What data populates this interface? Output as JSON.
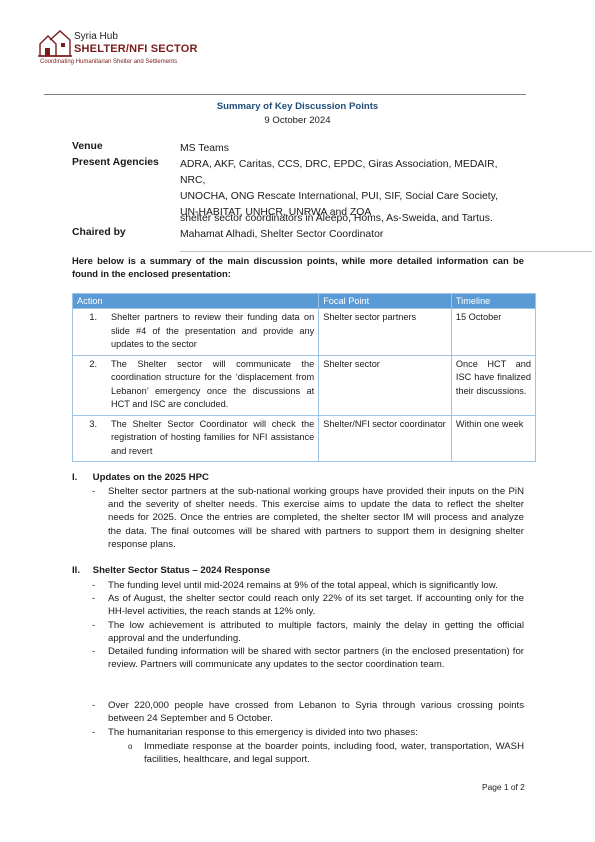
{
  "logo": {
    "hub": "Syria Hub",
    "sector": "SHELTER/NFI SECTOR",
    "tagline": "Coordinating Humanitarian Shelter and Settlements"
  },
  "title": "Summary of Key Discussion Points",
  "date": "9 October 2024",
  "meta": {
    "venue_label": "Venue",
    "venue_value": "MS Teams",
    "agencies_label": "Present Agencies",
    "agencies_lines": [
      "ADRA, AKF, Caritas, CCS, DRC, EPDC, Giras Association, MEDAIR, NRC,",
      "UNOCHA, ONG Rescate International, PUI, SIF, Social Care Society,",
      "UN-HABITAT, UNHCR, UNRWA and ZOA"
    ],
    "coordinators_line": "shelter sector coordinators in Aleepo, Homs, As-Sweida, and Tartus.",
    "chaired_label": "Chaired by",
    "chaired_value": "Mahamat Alhadi, Shelter Sector Coordinator"
  },
  "intro": "Here below is a summary of the main discussion points, while more detailed information can be found in the enclosed presentation:",
  "table": {
    "headers": [
      "Action",
      "Focal Point",
      "Timeline"
    ],
    "rows": [
      {
        "num": "1.",
        "action": "Shelter partners to review their funding data on slide #4 of the presentation and provide any updates to the sector",
        "focal": "Shelter sector partners",
        "timeline": "15 October"
      },
      {
        "num": "2.",
        "action": "The Shelter sector will communicate the coordination structure for the ‘displacement from Lebanon’ emergency once the discussions at HCT and ISC are concluded.",
        "focal": "Shelter sector",
        "timeline": "Once HCT and ISC have finalized their discussions."
      },
      {
        "num": "3.",
        "action": "The Shelter Sector Coordinator will check the registration of hosting families for NFI assistance and revert",
        "focal": "Shelter/NFI sector coordinator",
        "timeline": "Within one week"
      }
    ]
  },
  "sections": [
    {
      "num": "I.",
      "title": "Updates on the 2025 HPC",
      "bullets": [
        "Shelter sector partners at the sub-national working groups have provided their inputs on the PiN and the severity of shelter needs. This exercise aims to update the data to reflect the shelter needs for 2025. Once the entries are completed, the shelter sector IM will process and analyze the data. The final outcomes will be shared with partners to support them in designing shelter response plans."
      ]
    },
    {
      "num": "II.",
      "title": "Shelter Sector Status – 2024 Response",
      "bullets": [
        "The funding level until mid-2024 remains at 9% of the total appeal, which is significantly low.",
        "As of August, the shelter sector could reach only 22% of its set target. If accounting only for the HH-level activities, the reach stands at 12% only.",
        "The low achievement is attributed to multiple factors, mainly the delay in getting the official approval and the underfunding.",
        "Detailed funding information will be shared with sector partners (in the enclosed presentation) for review. Partners will communicate any updates to the sector coordination team.",
        "Over 220,000 people have crossed from Lebanon to Syria through various crossing points between 24 September and 5 October.",
        "The humanitarian response to this emergency is divided into two phases:"
      ],
      "sub_bullets": [
        "Immediate response at the boarder points, including food, water, transportation, WASH facilities, healthcare, and legal support."
      ]
    }
  ],
  "bullet_dash": "-",
  "sub_marker": "o",
  "page_number": "Page 1 of 2"
}
